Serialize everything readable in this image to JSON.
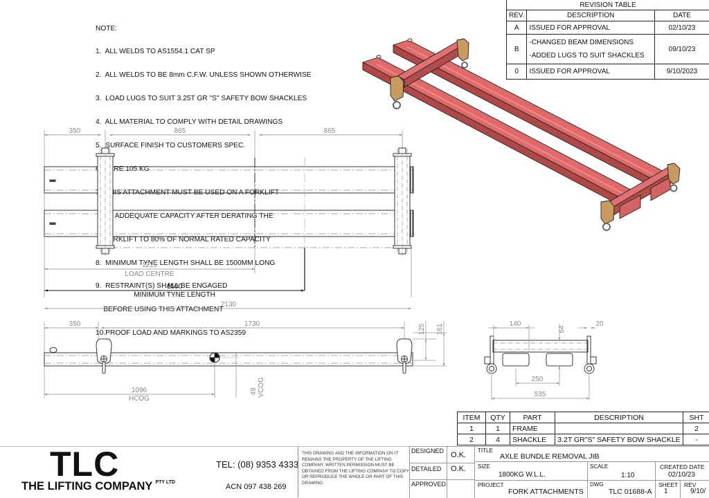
{
  "notes": {
    "heading": "NOTE:",
    "lines": [
      "1.  ALL WELDS TO AS1554.1 CAT SP",
      "2.  ALL WELDS TO BE 8mm C.F.W. UNLESS SHOWN OTHERWISE",
      "3.  LOAD LUGS TO SUIT 3.25T GR \"S\" SAFETY BOW SHACKLES",
      "4.  ALL MATERIAL TO COMPLY WITH DETAIL DRAWINGS",
      "5.  SURFACE FINISH TO CUSTOMERS SPEC.",
      "6.  TARE 105 KG",
      "7.  THIS ATTACHMENT MUST BE USED ON A FORKLIFT",
      "    OF ADDEQUATE CAPACITY AFTER DERATING THE",
      "    FORKLIFT TO 80% OF NORMAL RATED CAPACITY",
      "8.  MINIMUM TYNE LENGTH SHALL BE 1500MM LONG",
      "9.  RESTRAINT(S) SHALL BE ENGAGED",
      "    BEFORE USING THIS ATTACHMENT",
      "10.PROOF LOAD AND MARKINGS TO AS2359"
    ]
  },
  "revision_table": {
    "title": "REVISION TABLE",
    "headers": [
      "REV.",
      "DESCRIPTION",
      "DATE"
    ],
    "rows": [
      {
        "rev": "A",
        "desc1": "ISSUED FOR APPROVAL",
        "desc2": "",
        "date": "02/10/23"
      },
      {
        "rev": "B",
        "desc1": "-CHANGED BEAM DIMENSIONS",
        "desc2": "-ADDED LUGS TO SUIT SHACKLES",
        "date": "09/10/23"
      },
      {
        "rev": "0",
        "desc1": "ISSUED FOR APPROVAL",
        "desc2": "",
        "date": "9/10/2023"
      }
    ]
  },
  "plan_view": {
    "dim_top": [
      "350",
      "865",
      "865"
    ],
    "load_centre_value": "1215",
    "load_centre_label": "LOAD CENTRE",
    "min_tyne_value": "1500",
    "min_tyne_label": "MINIMUM TYNE LENGTH",
    "overall": "2130"
  },
  "side_view": {
    "dim_top": [
      "350",
      "1730"
    ],
    "hcog_value": "1096",
    "hcog_label": "HCOG",
    "vcog_value": "49",
    "vcog_label": "VCOG",
    "h1": "125",
    "h2": "161"
  },
  "end_view": {
    "d140": "140",
    "d64": "64",
    "d20": "20",
    "d250": "250",
    "d535": "535"
  },
  "bom": {
    "headers": [
      "ITEM",
      "QTY",
      "PART",
      "DESCRIPTION",
      "SHT"
    ],
    "rows": [
      {
        "item": "1",
        "qty": "1",
        "part": "FRAME",
        "desc": "",
        "sht": "2"
      },
      {
        "item": "2",
        "qty": "4",
        "part": "SHACKLE",
        "desc": "3.2T GR\"S\" SAFETY BOW SHACKLE",
        "sht": "-"
      }
    ]
  },
  "title_block": {
    "logo": "TLC",
    "company": "THE LIFTING COMPANY",
    "company_suffix": "PTY LTD",
    "tel": "TEL: (08) 9353 4333",
    "acn": "ACN 097 438 269",
    "copyright": "THIS DRAWING AND THE INFORMATION ON IT REMAINS THE PROPERTY OF THE LIFTING COMPANY. WRITTEN PERMISSION MUST BE OBTAINED FROM THE LIFTING COMPANY TO COPY OR REPRODUCE THE WHOLE OR PART OF THIS DRAWING.",
    "designed_label": "DESIGNED",
    "designed_value": "O.K.",
    "detailed_label": "DETAILED",
    "detailed_value": "O.K.",
    "approved_label": "APPROVED",
    "approved_value": "",
    "title_label": "TITLE",
    "title_value": "AXLE BUNDLE REMOVAL JIB",
    "size_label": "SIZE",
    "size_value": "1800KG W.L.L.",
    "scale_label": "SCALE",
    "scale_value": "1:10",
    "created_label": "CREATED DATE",
    "created_value": "02/10/23",
    "project_label": "PROJECT",
    "project_value": "FORK ATTACHMENTS",
    "dwg_label": "DWG",
    "dwg_value": "TLC 01688-A",
    "sheet_label": "SHEET",
    "sheet_value": "1",
    "rev_label": "REV",
    "rev_value": "9/10/"
  },
  "colors": {
    "beam_red": "#e06a6a",
    "beam_dark": "#a83c3c",
    "lug_tan": "#c99a62",
    "dim_gray": "#888888"
  }
}
